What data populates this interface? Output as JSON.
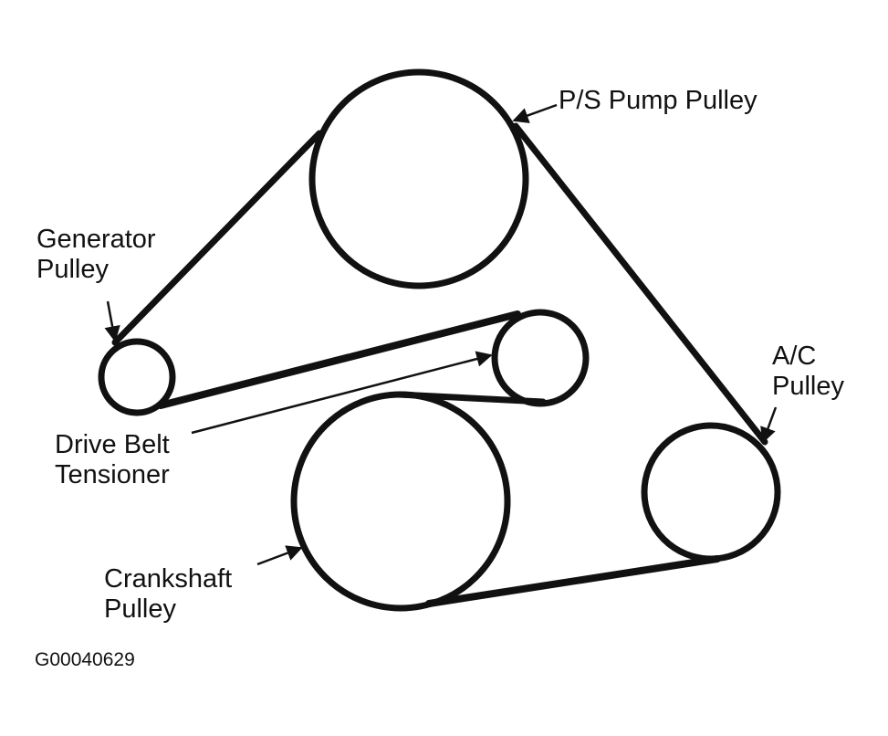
{
  "labels": {
    "ps_pump": "P/S Pump Pulley",
    "generator": [
      "Generator",
      "Pulley"
    ],
    "ac": [
      "A/C",
      "Pulley"
    ],
    "tensioner": [
      "Drive Belt",
      "Tensioner"
    ],
    "crankshaft": [
      "Crankshaft",
      "Pulley"
    ]
  },
  "figure_id": "G00040629",
  "colors": {
    "ink": "#111111",
    "background": "#ffffff"
  }
}
